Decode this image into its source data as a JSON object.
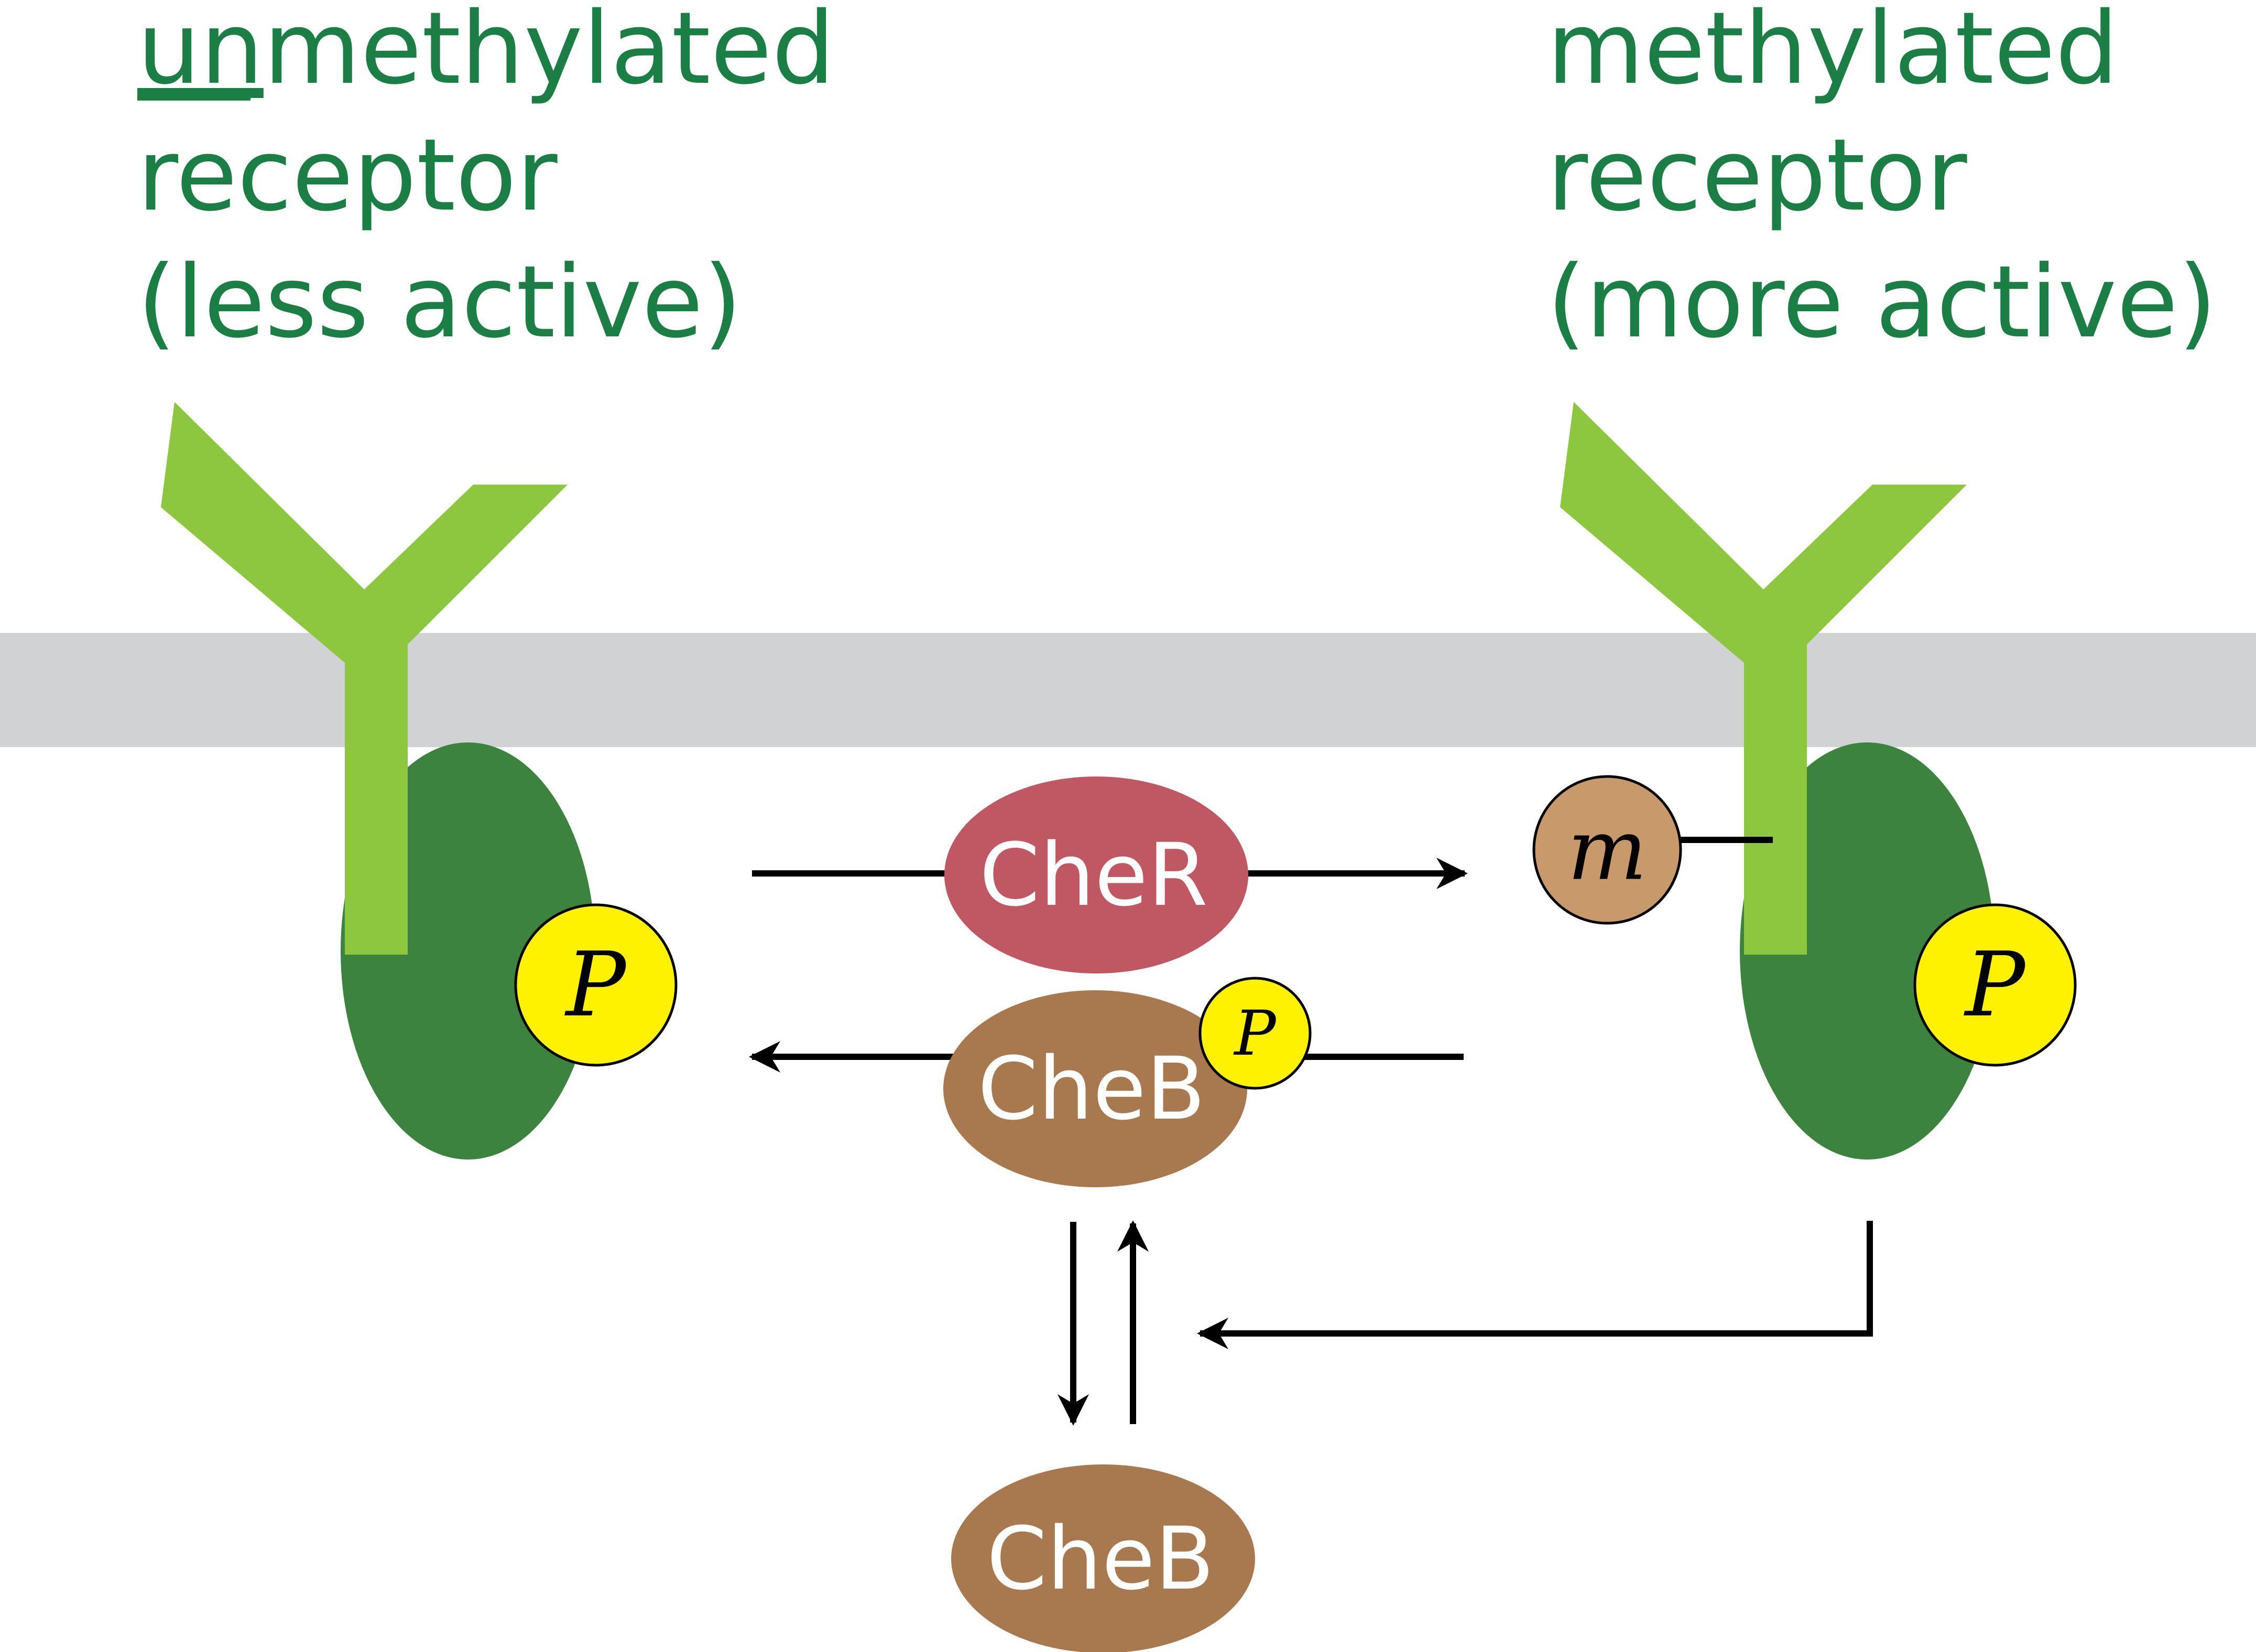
{
  "left_receptor": {
    "title_line1_prefix": "un",
    "title_line1_rest": "methylated",
    "title_line2": "receptor",
    "title_line3": "(less active)"
  },
  "right_receptor": {
    "title_line1": "methylated",
    "title_line2": "receptor",
    "title_line3": "(more active)"
  },
  "enzymes": {
    "cher": "CheR",
    "cheb_phospho": "CheB",
    "cheb_free": "CheB"
  },
  "modifications": {
    "phosphate": "P",
    "methyl": "m"
  },
  "colors": {
    "title_green": "#1b7f45",
    "receptor_light_green": "#8dc63f",
    "kinase_dark_green": "#3c843e",
    "membrane_gray": "#d1d2d4",
    "cher_red": "#c05863",
    "cheb_brown": "#a8784e",
    "methyl_tan": "#c8996b",
    "phosphate_yellow": "#fff200"
  }
}
